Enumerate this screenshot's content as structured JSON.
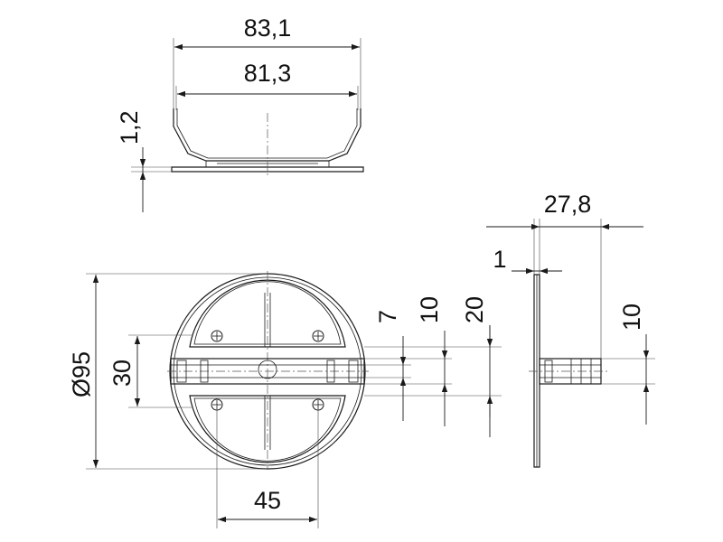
{
  "dimensions": {
    "top_outer_width": "83,1",
    "top_inner_width": "81,3",
    "plate_thickness": "1,2",
    "shaft_length": "27,8",
    "side_plate_thickness": "1",
    "diameter": "Ø95",
    "front_height": "30",
    "hole_spacing": "45",
    "slot_7": "7",
    "slot_10": "10",
    "slot_20": "20",
    "side_height_10": "10"
  }
}
